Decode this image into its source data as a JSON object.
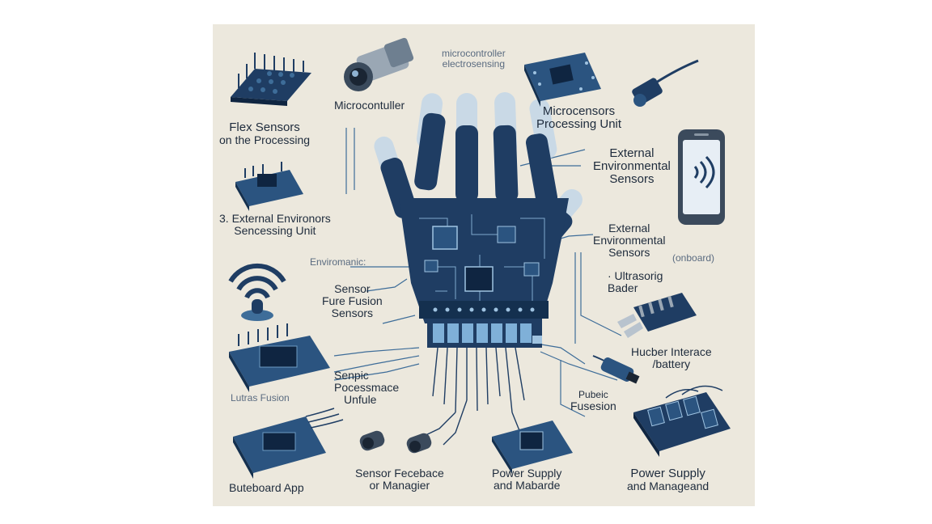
{
  "labels": {
    "top_faint": [
      "microcontroller",
      "electrosensing"
    ],
    "microcontuller": "Microcontuller",
    "microcensors": [
      "Microcensors",
      "Processing Unit"
    ],
    "flex_sensors": [
      "Flex Sensors",
      "on the Processing"
    ],
    "external_env_1": [
      "External",
      "Environmental",
      "Sensors"
    ],
    "external_env_2": [
      "3. External Environors",
      "Sencessing Unit"
    ],
    "enviromanic": "Enviromanic:",
    "external_env_3": [
      "External",
      "Environmental",
      "Sensors"
    ],
    "onboard_tag": "(onboard)",
    "ultrasorig": [
      "· Ultrasorig",
      "Bader"
    ],
    "sensor_fusion": [
      "Sensor",
      "Fure Fusion",
      "Sensors"
    ],
    "hucber_interace": [
      "Hucber Interace",
      "/battery"
    ],
    "senpic": [
      "Senpic",
      "Pocessmace",
      "Unfule"
    ],
    "lutras_fusion": "Lutras Fusion",
    "pubeic_fusesion": [
      "Pubeic",
      "Fusesion"
    ],
    "buteboard_app": "Buteboard App",
    "sensor_feedback": [
      "Sensor Fecebace",
      "or Managier"
    ],
    "power_supply_1": [
      "Power Supply",
      "and Mabarde"
    ],
    "power_supply_2": [
      "Power Supply",
      "and Manageand"
    ]
  },
  "colors": {
    "background": "#ece8dd",
    "navy": "#1f3d63",
    "mid_blue": "#3e6d99",
    "light_blue": "#9fc3e1",
    "text": "#1e2b3c"
  },
  "icons": [
    "sensor-grid-icon",
    "camera-lens-icon",
    "circuit-board-icon",
    "usb-connector-icon",
    "smartphone-icon",
    "wireless-signal-icon",
    "microchip-icon",
    "battery-connector-icon",
    "audio-jack-icon",
    "relay-module-icon",
    "smart-glove-icon"
  ]
}
